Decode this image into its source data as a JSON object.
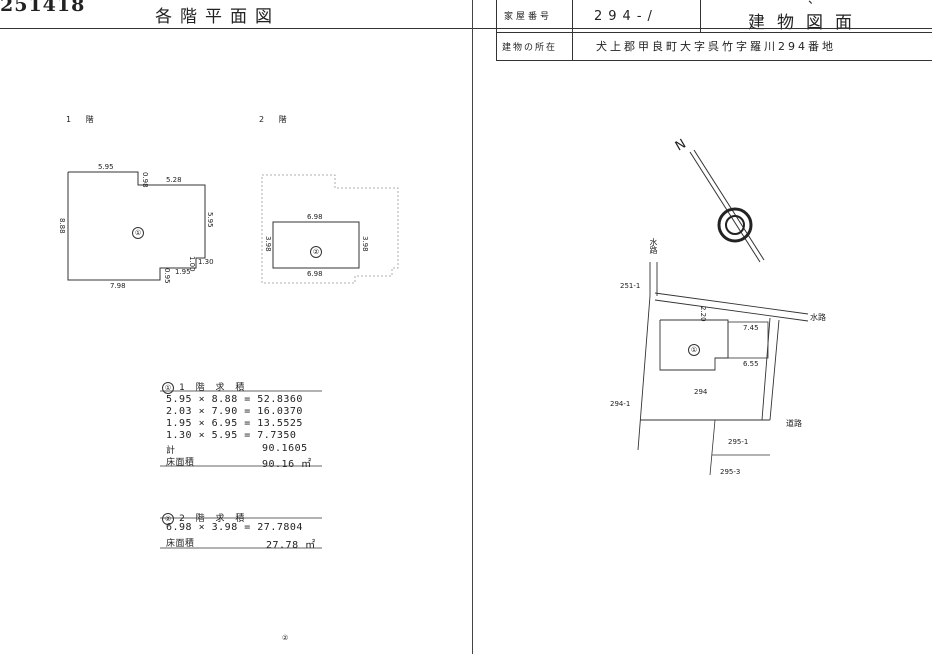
{
  "header": {
    "doc_id": "251418",
    "title_left": "各階平面図",
    "title_right": "建物図面",
    "top_cut": "・・・、・・・",
    "house_number_label": "家屋番号",
    "house_number": "294-/",
    "location_label": "建物の所在",
    "location": "犬上郡甲良町大字呉竹字羅川294番地"
  },
  "floor1": {
    "label": "1 階",
    "mark": "①",
    "dims": {
      "top": "5.95",
      "notch": "0.98",
      "right_top": "5.28",
      "left": "8.88",
      "right": "5.95",
      "bottom": "7.98",
      "b1": "0.95",
      "b2": "1.95",
      "b3": "1.30",
      "b4": "1.00"
    }
  },
  "floor2": {
    "label": "2 階",
    "mark": "②",
    "dims": {
      "top": "6.98",
      "bottom": "6.98",
      "left": "3.98",
      "right": "3.98"
    }
  },
  "calc1": {
    "title": "1 階 求 積",
    "mark": "①",
    "rows": [
      "5.95 × 8.88 = 52.8360",
      "2.03 × 7.90 = 16.0370",
      "1.95 × 6.95 = 13.5525",
      "1.30 × 5.95 =  7.7350"
    ],
    "total_label": "計",
    "total": "90.1605",
    "area_label": "床面積",
    "area": "90.16 ㎡"
  },
  "calc2": {
    "title": "2 階 求 積",
    "mark": "②",
    "rows": [
      "6.98 × 3.98 = 27.7804"
    ],
    "area_label": "床面積",
    "area": "27.78 ㎡"
  },
  "site": {
    "north": "N",
    "waterway_left": "水路",
    "waterway_right": "水路",
    "road": "道路",
    "lot_main": "294",
    "lot_left": "294-1",
    "lot_top": "251-1",
    "lot_br1": "295-1",
    "lot_br2": "295-3",
    "mark": "①",
    "dims": {
      "d1": "2.20",
      "d2": "7.45",
      "d3": "6.55"
    }
  },
  "footer_mark": "②"
}
